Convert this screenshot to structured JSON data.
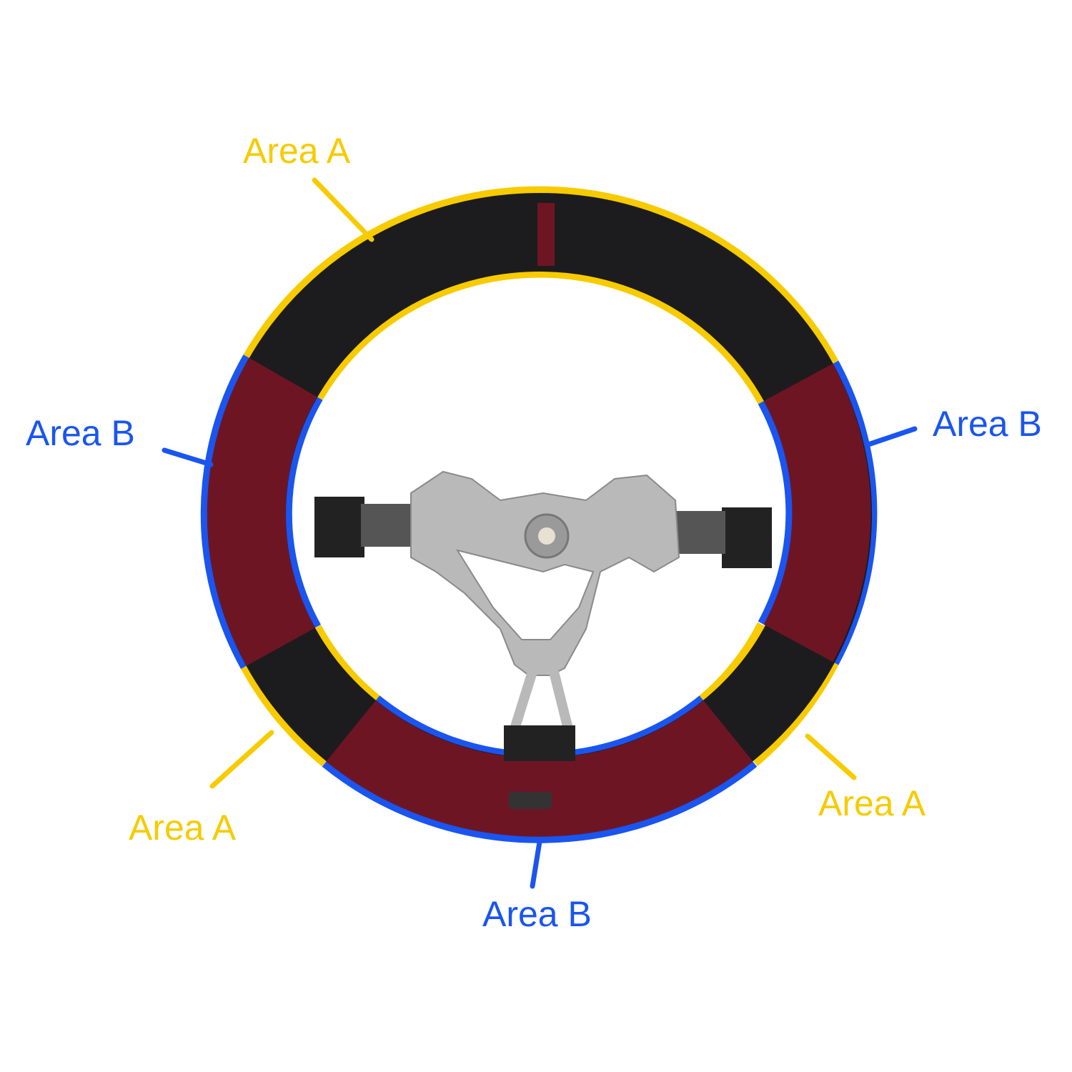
{
  "labels": {
    "top_a": "Area A",
    "left_b": "Area B",
    "right_b": "Area B",
    "bottom_left_a": "Area A",
    "bottom_right_a": "Area A",
    "bottom_b": "Area B"
  },
  "colors": {
    "area_a": "#F7CB00",
    "area_b": "#1A55F0",
    "leather_black": "#1c1c1e",
    "leather_red": "#6e1524",
    "hub_silver": "#b9b9b9"
  }
}
